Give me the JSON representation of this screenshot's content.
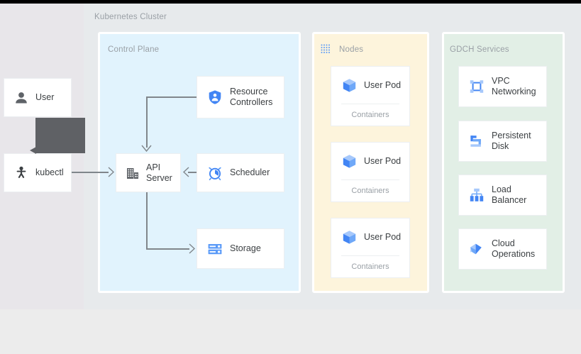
{
  "diagram": {
    "cluster_label": "Kubernetes Cluster",
    "panels": {
      "control_plane": {
        "title": "Control Plane",
        "color": "#e1f3fd"
      },
      "nodes": {
        "title": "Nodes",
        "color": "#fdf4dc",
        "icon": "dotted-grid-icon"
      },
      "gdch": {
        "title": "GDCH Services",
        "color": "#e2efe6"
      }
    },
    "actors": [
      {
        "label": "User",
        "icon": "person-icon"
      },
      {
        "label": "kubectl",
        "icon": "kubectl-icon"
      }
    ],
    "control_plane_components": [
      {
        "label": "API\nServer",
        "icon": "api-server-building-icon"
      },
      {
        "label": "Resource\nControllers",
        "icon": "shield-person-icon"
      },
      {
        "label": "Scheduler",
        "icon": "alarm-clock-icon"
      },
      {
        "label": "Storage",
        "icon": "storage-rack-icon"
      }
    ],
    "pods": [
      {
        "label": "User Pod",
        "sublabel": "Containers",
        "icon": "cube-icon"
      },
      {
        "label": "User Pod",
        "sublabel": "Containers",
        "icon": "cube-icon"
      },
      {
        "label": "User Pod",
        "sublabel": "Containers",
        "icon": "cube-icon"
      }
    ],
    "services": [
      {
        "label": "VPC\nNetworking",
        "icon": "vpc-networking-icon"
      },
      {
        "label": "Persistent\nDisk",
        "icon": "persistent-disk-icon"
      },
      {
        "label": "Load\nBalancer",
        "icon": "load-balancer-icon"
      },
      {
        "label": "Cloud\nOperations",
        "icon": "cloud-operations-icon"
      }
    ],
    "connectors": [
      {
        "from": "kubectl",
        "to": "API Server"
      },
      {
        "from": "Resource Controllers",
        "to": "API Server"
      },
      {
        "from": "Scheduler",
        "to": "API Server"
      },
      {
        "from": "API Server",
        "to": "Storage"
      }
    ],
    "colors": {
      "accent_blue": "#4285f4",
      "icon_gray": "#5f6368",
      "wire_gray": "#80868b",
      "label_gray": "#9aa0a6",
      "text_dark": "#3c4043",
      "tooltip_overlay": "#5f6165"
    }
  }
}
